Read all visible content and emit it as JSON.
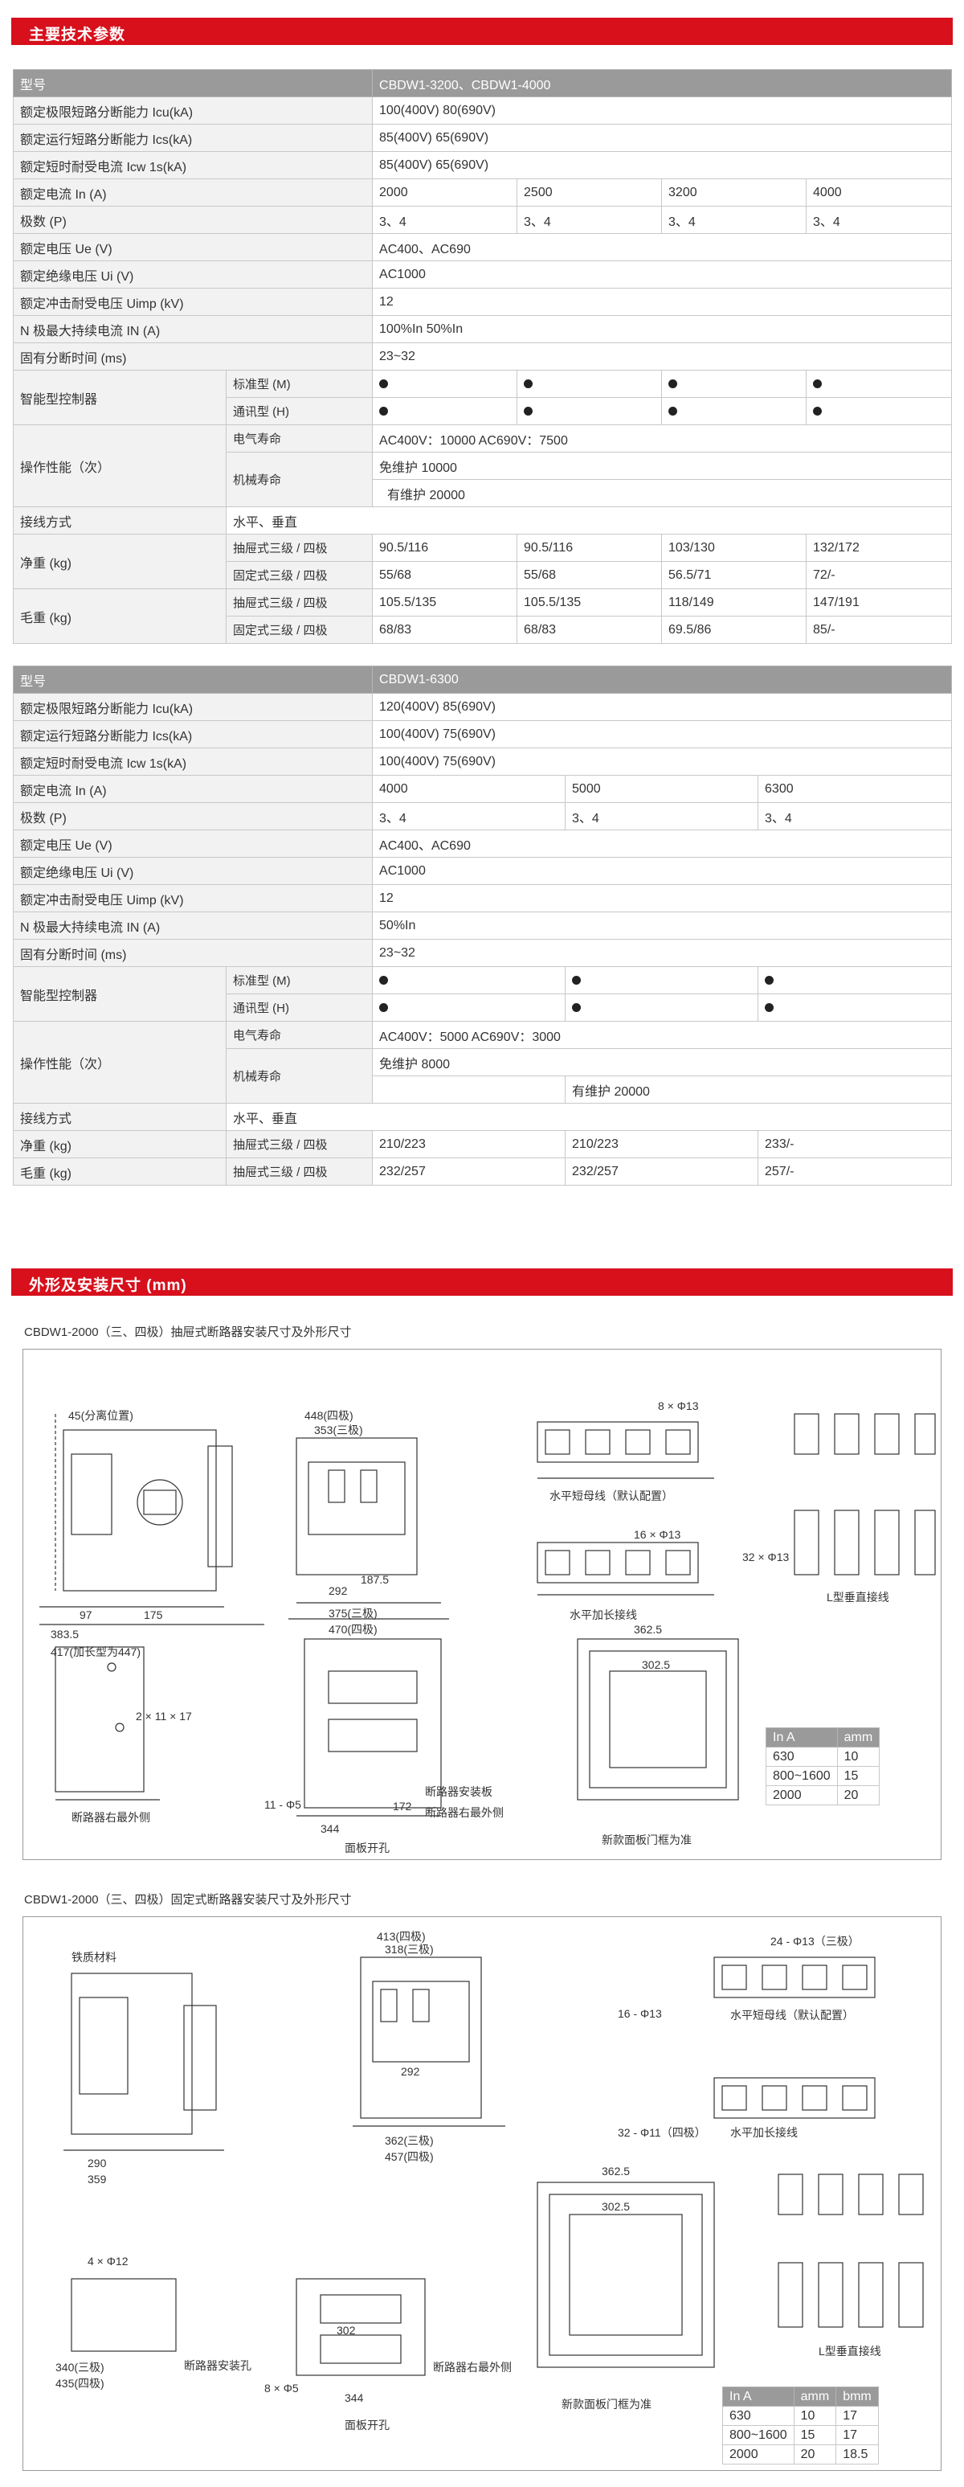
{
  "sections": {
    "tech_params_title": "主要技术参数",
    "dimensions_title": "外形及安装尺寸 (mm)"
  },
  "table1": {
    "header": [
      "型号",
      "CBDW1-3200、CBDW1-4000"
    ],
    "rows": {
      "icu": [
        "额定极限短路分断能力 Icu(kA)",
        "100(400V)    80(690V)"
      ],
      "ics": [
        "额定运行短路分断能力 Ics(kA)",
        "85(400V)    65(690V)"
      ],
      "icw": [
        "额定短时耐受电流 Icw 1s(kA)",
        "85(400V)    65(690V)"
      ],
      "in": [
        "额定电流 In (A)",
        "2000",
        "2500",
        "3200",
        "4000"
      ],
      "poles": [
        "极数 (P)",
        "3、4",
        "3、4",
        "3、4",
        "3、4"
      ],
      "ue": [
        "额定电压 Ue (V)",
        "AC400、AC690"
      ],
      "ui": [
        "额定绝缘电压 Ui (V)",
        "AC1000"
      ],
      "uimp": [
        "额定冲击耐受电压 Uimp (kV)",
        "12"
      ],
      "n_pole": [
        "N 极最大持续电流 IN (A)",
        "100%In    50%In"
      ],
      "break_time": [
        "固有分断时间 (ms)",
        "23~32"
      ],
      "controller": [
        "智能型控制器",
        "标准型 (M)",
        "通讯型 (H)"
      ],
      "operation": [
        "操作性能（次）",
        "电气寿命",
        "AC400V：10000    AC690V：7500",
        "机械寿命",
        "免维护 10000",
        "有维护 20000"
      ],
      "wiring": [
        "接线方式",
        "水平、垂直"
      ],
      "net_weight": [
        "净重 (kg)",
        "抽屉式三级 / 四极",
        "90.5/116",
        "90.5/116",
        "103/130",
        "132/172",
        "固定式三级 / 四极",
        "55/68",
        "55/68",
        "56.5/71",
        "72/-"
      ],
      "gross_weight": [
        "毛重 (kg)",
        "抽屉式三级 / 四极",
        "105.5/135",
        "105.5/135",
        "118/149",
        "147/191",
        "固定式三级 / 四极",
        "68/83",
        "68/83",
        "69.5/86",
        "85/-"
      ]
    }
  },
  "table2": {
    "header": [
      "型号",
      "CBDW1-6300"
    ],
    "rows": {
      "icu": [
        "额定极限短路分断能力 Icu(kA)",
        "120(400V)    85(690V)"
      ],
      "ics": [
        "额定运行短路分断能力 Ics(kA)",
        "100(400V)    75(690V)"
      ],
      "icw": [
        "额定短时耐受电流 Icw 1s(kA)",
        "100(400V)    75(690V)"
      ],
      "in": [
        "额定电流 In (A)",
        "4000",
        "5000",
        "6300"
      ],
      "poles": [
        "极数 (P)",
        "3、4",
        "3、4",
        "3、4"
      ],
      "ue": [
        "额定电压 Ue (V)",
        "AC400、AC690"
      ],
      "ui": [
        "额定绝缘电压 Ui (V)",
        "AC1000"
      ],
      "uimp": [
        "额定冲击耐受电压 Uimp (kV)",
        "12"
      ],
      "n_pole": [
        "N 极最大持续电流 IN (A)",
        "50%In"
      ],
      "break_time": [
        "固有分断时间 (ms)",
        "23~32"
      ],
      "controller": [
        "智能型控制器",
        "标准型 (M)",
        "通讯型 (H)"
      ],
      "operation": [
        "操作性能（次）",
        "电气寿命",
        "AC400V：5000    AC690V：3000",
        "机械寿命",
        "免维护 8000",
        "有维护 20000"
      ],
      "wiring": [
        "接线方式",
        "水平、垂直"
      ],
      "net_weight": [
        "净重 (kg)",
        "抽屉式三级 / 四极",
        "210/223",
        "210/223",
        "233/-"
      ],
      "gross_weight": [
        "毛重 (kg)",
        "抽屉式三级 / 四极",
        "232/257",
        "232/257",
        "257/-"
      ]
    }
  },
  "drawing1": {
    "caption": "CBDW1-2000（三、四极）抽屉式断路器安装尺寸及外形尺寸",
    "labels": {
      "bus_h": "水平短母线（默认配置）",
      "bus_ext": "水平加长接线",
      "bus_l": "L型垂直接线",
      "panel_cut": "面板开孔",
      "door_frame": "新款面板门框为准",
      "breaker_right": "断路器右最外侧",
      "mount_plate": "断路器安装板",
      "right_outer": "断路器右最外侧"
    },
    "dims": {
      "d1": "45(分离位置)",
      "d2": "448(四极)",
      "d3": "353(三极)",
      "d4": "383.5",
      "d5": "417(加长型为447)",
      "d6": "375(三极)",
      "d7": "470(四极)",
      "d8": "97",
      "d9": "175",
      "d10": "292",
      "d11": "187.5",
      "d12": "362.5",
      "d13": "302.5",
      "d14": "344",
      "d15": "172",
      "d16": "8 × Φ13",
      "d17": "16 × Φ13",
      "d18": "32 × Φ13",
      "d19": "2 × 11 × 17",
      "d20": "11 - Φ5"
    },
    "mini_table": {
      "header": [
        "In  A",
        "amm"
      ],
      "rows": [
        [
          "630",
          "10"
        ],
        [
          "800~1600",
          "15"
        ],
        [
          "2000",
          "20"
        ]
      ]
    }
  },
  "drawing2": {
    "caption": "CBDW1-2000（三、四极）固定式断路器安装尺寸及外形尺寸",
    "labels": {
      "material": "铁质材料",
      "bus_h": "水平短母线（默认配置）",
      "bus_ext": "水平加长接线",
      "bus_l": "L型垂直接线",
      "panel_cut": "面板开孔",
      "door_frame": "新款面板门框为准",
      "mount_hole": "断路器安装孔",
      "right_outer": "断路器右最外侧"
    },
    "dims": {
      "d1": "413(四极)",
      "d2": "318(三极)",
      "d3": "292",
      "d4": "362(三极)",
      "d5": "457(四极)",
      "d6": "290",
      "d7": "359",
      "d8": "340(三极)",
      "d9": "435(四极)",
      "d10": "302",
      "d11": "344",
      "d12": "362.5",
      "d13": "302.5",
      "d14": "24 - Φ13（三极）",
      "d15": "16 - Φ13",
      "d16": "32 - Φ11（四极）",
      "d17": "4 × Φ12",
      "d18": "8 × Φ5"
    },
    "mini_table": {
      "header": [
        "In  A",
        "amm",
        "bmm"
      ],
      "rows": [
        [
          "630",
          "10",
          "17"
        ],
        [
          "800~1600",
          "15",
          "17"
        ],
        [
          "2000",
          "20",
          "18.5"
        ]
      ]
    }
  }
}
